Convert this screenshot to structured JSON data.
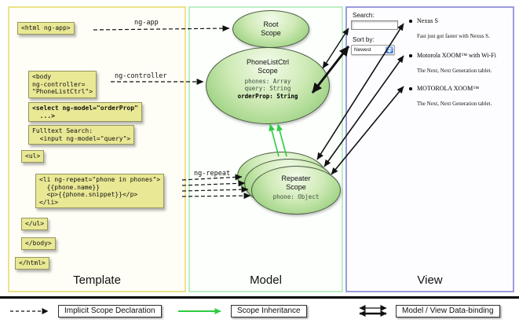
{
  "panels": {
    "template": {
      "label": "Template"
    },
    "model": {
      "label": "Model"
    },
    "view": {
      "label": "View"
    }
  },
  "code": {
    "html_open": "<html ng-app>",
    "body_open": "<body\nng-controller=\n\"PhoneListCtrl\">",
    "select": "<select ng-model=\"orderProp\"\n  ...>",
    "fulltext": "Fulltext Search:\n  <input ng-model=\"query\">",
    "ul_open": "<ul>",
    "li_repeat": "<li ng-repeat=\"phone in phones\">\n  {{phone.name}}\n  <p>{{phone.snippet}}</p>\n</li>",
    "ul_close": "</ul>",
    "body_close": "</body>",
    "html_close": "</html>"
  },
  "arrow_labels": {
    "ng_app": "ng-app",
    "ng_controller": "ng-controller",
    "ng_repeat": "ng-repeat"
  },
  "scopes": {
    "root": {
      "title": "Root\nScope"
    },
    "phonelist": {
      "title": "PhoneListCtrl\nScope",
      "props": "phones: Array\nquery: String",
      "bold_prop": "orderProp: String"
    },
    "repeater": {
      "title": "Repeater\nScope",
      "props": "phone: Object"
    }
  },
  "view": {
    "search_label": "Search:",
    "sort_label": "Sort by:",
    "sort_value": "Newest",
    "items": [
      {
        "name": "Nexus S",
        "desc": "Fast just got faster with Nexus S."
      },
      {
        "name": "Motorola XOOM™ with Wi-Fi",
        "desc": "The Next, Next Generation tablet."
      },
      {
        "name": "MOTOROLA XOOM™",
        "desc": "The Next, Next Generation tablet."
      }
    ]
  },
  "legend": {
    "implicit": "Implicit Scope Declaration",
    "inheritance": "Scope Inheritance",
    "binding": "Model / View Data-binding"
  },
  "colors": {
    "scope_green": "#8fcb72",
    "code_yellow": "#e9e895",
    "template_border": "#ece28a",
    "model_border": "#bceec6",
    "view_border": "#9b9bdc",
    "inheritance_green": "#2ecc40"
  }
}
